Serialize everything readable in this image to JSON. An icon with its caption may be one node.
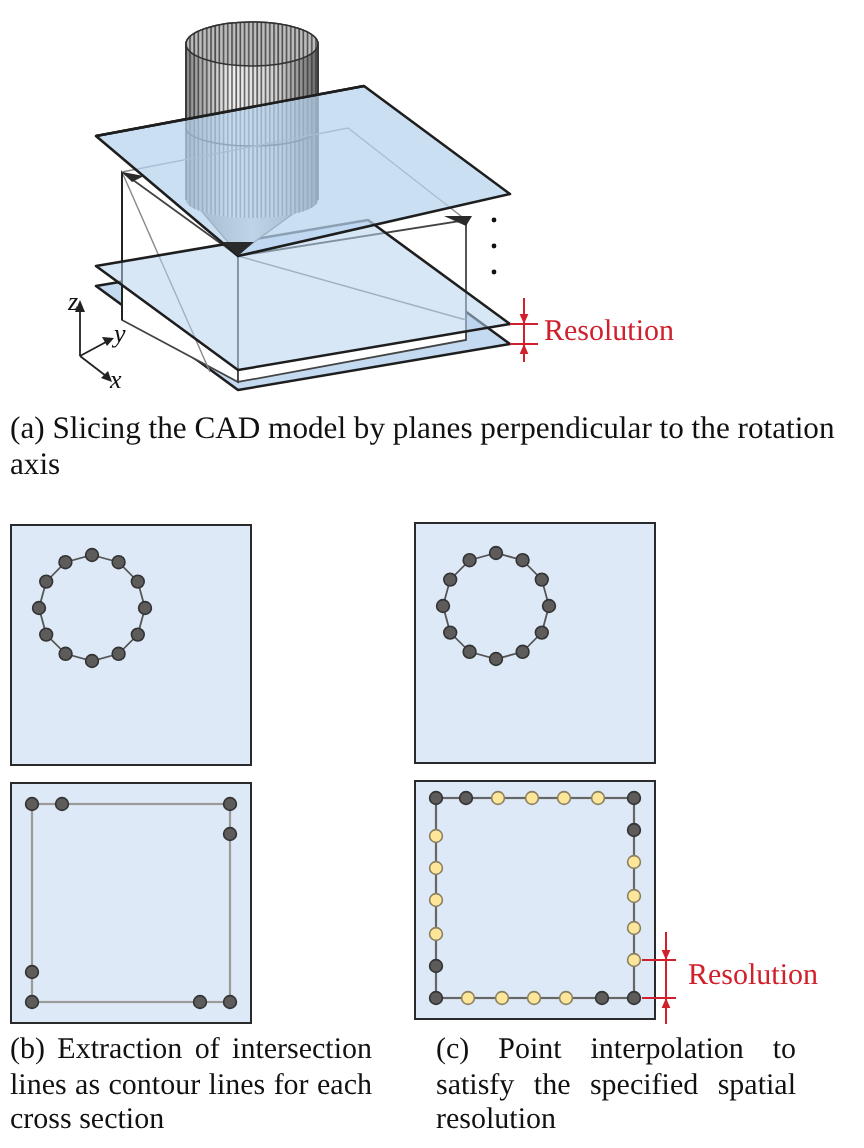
{
  "diagram": {
    "labels": [
      "z",
      "y",
      "x",
      "Resolution",
      "(a) Slicing the CAD model by planes perpendicular to the rotation axis",
      "Resolution",
      "(b) Extraction of intersection lines as contour lines for each cross section",
      "(c) Point interpolation to satisfy the specified spatial resolution"
    ]
  }
}
